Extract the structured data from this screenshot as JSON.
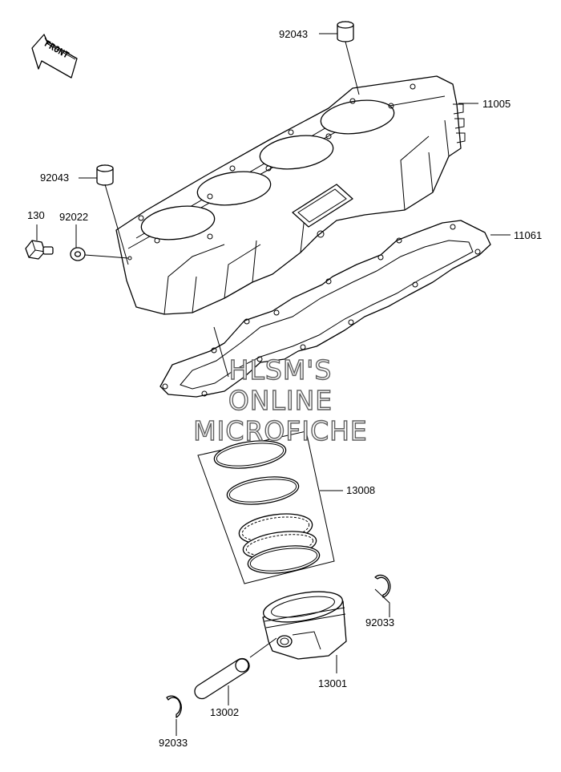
{
  "front_label": "FRONT",
  "watermark": {
    "line1": "HLSM'S",
    "line2": "ONLINE",
    "line3": "MICROFICHE"
  },
  "callouts": {
    "dowel_pin_top": "92043",
    "cylinder": "11005",
    "dowel_pin_left": "92043",
    "bolt": "130",
    "washer": "92022",
    "gasket": "11061",
    "ring_set": "13008",
    "circlip_right": "92033",
    "piston": "13001",
    "piston_pin": "13002",
    "circlip_left": "92033"
  }
}
